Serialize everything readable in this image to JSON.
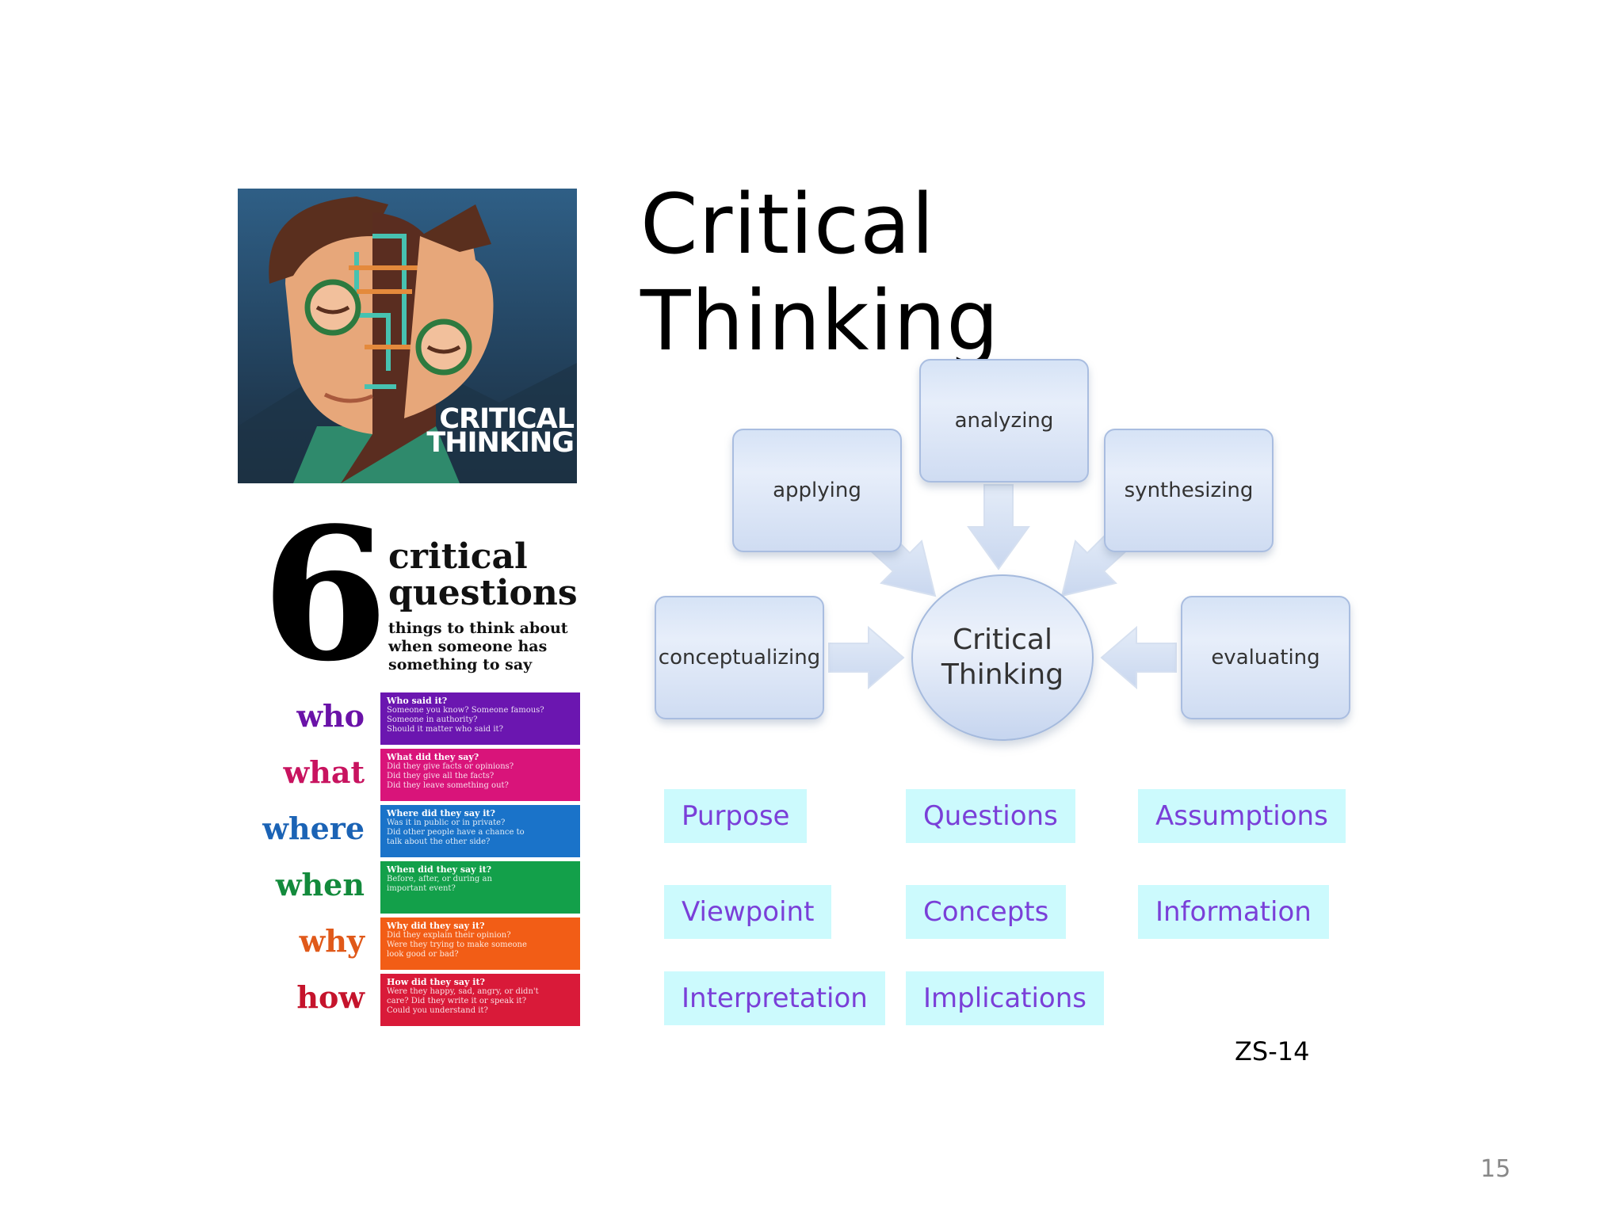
{
  "slide": {
    "title_line1": "Critical",
    "title_line2": "Thinking",
    "code": "ZS-14",
    "page_number": "15"
  },
  "poster": {
    "text_line1": "CRITICAL",
    "text_line2": "THINKING"
  },
  "infographic": {
    "number": "6",
    "title_line1": "critical",
    "title_line2": "questions",
    "subtitle": [
      "things to think about",
      "when someone has",
      "something to say"
    ],
    "questions": [
      {
        "word": "who",
        "color": "#6a12a8",
        "box_color": "#6b16b0",
        "heading": "Who said it?",
        "lines": [
          "Someone you know? Someone famous?",
          "Someone in authority?",
          "Should it matter who said it?"
        ]
      },
      {
        "word": "what",
        "color": "#c8135f",
        "box_color": "#d9147a",
        "heading": "What did they say?",
        "lines": [
          "Did they give facts or opinions?",
          "Did they give all the facts?",
          "Did they leave something out?"
        ]
      },
      {
        "word": "where",
        "color": "#1b63b5",
        "box_color": "#1a73c9",
        "heading": "Where did they say it?",
        "lines": [
          "Was it in public or in private?",
          "Did other people have a chance to",
          "talk about the other side?"
        ]
      },
      {
        "word": "when",
        "color": "#138a3c",
        "box_color": "#13a04a",
        "heading": "When did they say it?",
        "lines": [
          "Before, after, or during an",
          "important event?"
        ]
      },
      {
        "word": "why",
        "color": "#e0591a",
        "box_color": "#f25d16",
        "heading": "Why did they say it?",
        "lines": [
          "Did they explain their opinion?",
          "Were they trying to make someone",
          "look good or bad?"
        ]
      },
      {
        "word": "how",
        "color": "#c5142c",
        "box_color": "#d91a39",
        "heading": "How did they say it?",
        "lines": [
          "Were they happy, sad, angry, or didn't",
          "care? Did they write it or speak it?",
          "Could you understand it?"
        ]
      }
    ]
  },
  "diagram": {
    "center": [
      "Critical",
      "Thinking"
    ],
    "nodes": {
      "analyzing": "analyzing",
      "applying": "applying",
      "synthesizing": "synthesizing",
      "conceptualizing": "conceptualizing",
      "evaluating": "evaluating"
    }
  },
  "tags": [
    "Purpose",
    "Questions",
    "Assumptions",
    "Viewpoint",
    "Concepts",
    "Information",
    "Interpretation",
    "Implications"
  ]
}
